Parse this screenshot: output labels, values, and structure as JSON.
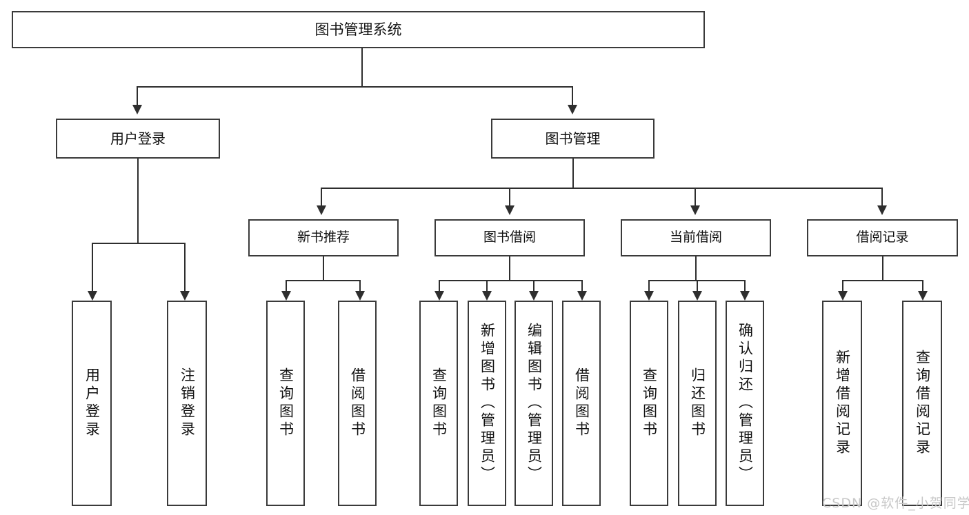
{
  "diagram": {
    "title": "图书管理系统",
    "type": "function-hierarchy-tree",
    "root": {
      "label": "图书管理系统"
    },
    "level2": [
      {
        "label": "用户登录"
      },
      {
        "label": "图书管理"
      }
    ],
    "level3": [
      {
        "label": "新书推荐"
      },
      {
        "label": "图书借阅"
      },
      {
        "label": "当前借阅"
      },
      {
        "label": "借阅记录"
      }
    ],
    "leaves": {
      "user_login": [
        {
          "label": "用户登录"
        },
        {
          "label": "注销登录"
        }
      ],
      "new_book_recommend": [
        {
          "label": "查询图书"
        },
        {
          "label": "借阅图书"
        }
      ],
      "book_borrow": [
        {
          "label": "查询图书"
        },
        {
          "label": "新增图书（管理员）"
        },
        {
          "label": "编辑图书（管理员）"
        },
        {
          "label": "借阅图书"
        }
      ],
      "current_borrow": [
        {
          "label": "查询图书"
        },
        {
          "label": "归还图书"
        },
        {
          "label": "确认归还（管理员）"
        }
      ],
      "borrow_record": [
        {
          "label": "新增借阅记录"
        },
        {
          "label": "查询借阅记录"
        }
      ]
    }
  },
  "watermark": {
    "text": "CSDN @软件_小贺同学"
  },
  "colors": {
    "background": "#ffffff",
    "box_border": "#3a3a3a",
    "connector": "#2e2e2e",
    "text": "#111111",
    "watermark": "#c8c8c8"
  }
}
